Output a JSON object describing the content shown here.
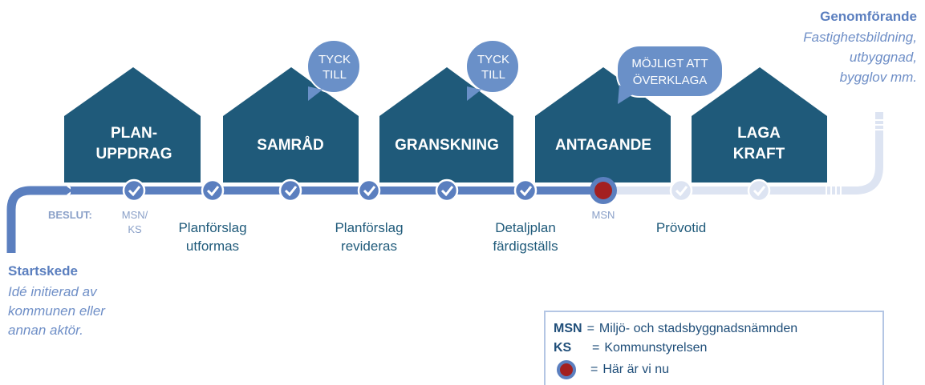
{
  "houses": [
    {
      "line1": "PLAN-",
      "line2": "UPPDRAG"
    },
    {
      "line1": "SAMRÅD",
      "line2": ""
    },
    {
      "line1": "GRANSKNING",
      "line2": ""
    },
    {
      "line1": "ANTAGANDE",
      "line2": ""
    },
    {
      "line1": "LAGA",
      "line2": "KRAFT"
    }
  ],
  "bubbles": [
    {
      "line1": "TYCK",
      "line2": "TILL"
    },
    {
      "line1": "TYCK",
      "line2": "TILL"
    },
    {
      "line1": "MÖJLIGT ATT",
      "line2": "ÖVERKLAGA"
    }
  ],
  "beslut": {
    "label": "BESLUT:",
    "msn_ks_1": "MSN/",
    "msn_ks_2": "KS",
    "msn": "MSN"
  },
  "steps": [
    {
      "line1": "Planförslag",
      "line2": "utformas"
    },
    {
      "line1": "Planförslag",
      "line2": "revideras"
    },
    {
      "line1": "Detaljplan",
      "line2": "färdigställs"
    },
    {
      "line1": "Prövotid",
      "line2": ""
    }
  ],
  "start": {
    "title": "Startskede",
    "lines": [
      "Idé initierad av",
      "kommunen eller",
      "annan aktör."
    ]
  },
  "end": {
    "title": "Genomförande",
    "lines": [
      "Fastighetsbildning,",
      "utbyggnad,",
      "bygglov mm."
    ]
  },
  "legend": {
    "msn_key": "MSN",
    "msn_eq": "=",
    "msn_text": "Miljö- och stadsbyggnadsnämnden",
    "ks_key": "KS",
    "ks_eq": "=",
    "ks_text": "Kommunstyrelsen",
    "dot_eq": "=",
    "dot_text": "Här är vi nu"
  },
  "colors": {
    "house": "#1f5a7a",
    "bubble": "#6a90c8",
    "timeline_done": "#5b7fbf",
    "timeline_future": "#dde4f2",
    "current": "#a32020"
  },
  "checkpoints": {
    "done": 6,
    "current": 1,
    "future": 2
  }
}
